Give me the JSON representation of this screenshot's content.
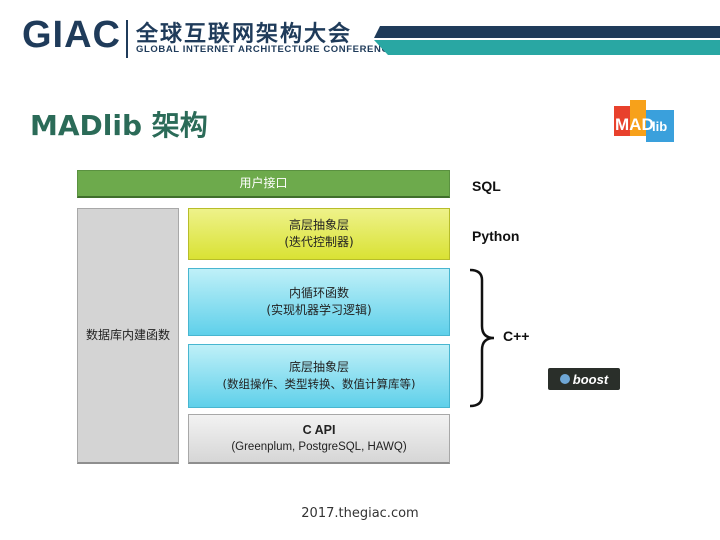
{
  "header": {
    "logo_text": "GIAC",
    "conference_cn": "全球互联网架构大会",
    "conference_en": "GLOBAL INTERNET ARCHITECTURE CONFERENCE"
  },
  "title": "MADlib 架构",
  "madlib_logo": {
    "text_main": "MAD",
    "text_sub": "lib",
    "colors": [
      "#e8412c",
      "#f7a11a",
      "#3aa0dc"
    ]
  },
  "diagram": {
    "user_interface": "用户接口",
    "db_builtin": "数据库内建函数",
    "high_level": {
      "title": "高层抽象层",
      "subtitle": "(迭代控制器)"
    },
    "inner_loop": {
      "title": "内循环函数",
      "subtitle": "(实现机器学习逻辑)"
    },
    "low_level": {
      "title": "底层抽象层",
      "subtitle": "(数组操作、类型转换、数值计算库等)"
    },
    "c_api": {
      "title": "C API",
      "subtitle": "(Greenplum, PostgreSQL, HAWQ)"
    },
    "labels": {
      "sql": "SQL",
      "python": "Python",
      "cpp": "C++"
    },
    "boost_logo": "boost"
  },
  "footer": "2017.thegiac.com",
  "colors": {
    "brand_dark": "#1f3b5a",
    "brand_teal": "#29a7a3",
    "title_green": "#2b6b58",
    "user_if_green": "#6daa4c",
    "yellow": "#d9e234",
    "cyan": "#5fd0ea",
    "gray": "#d4d4d4"
  }
}
